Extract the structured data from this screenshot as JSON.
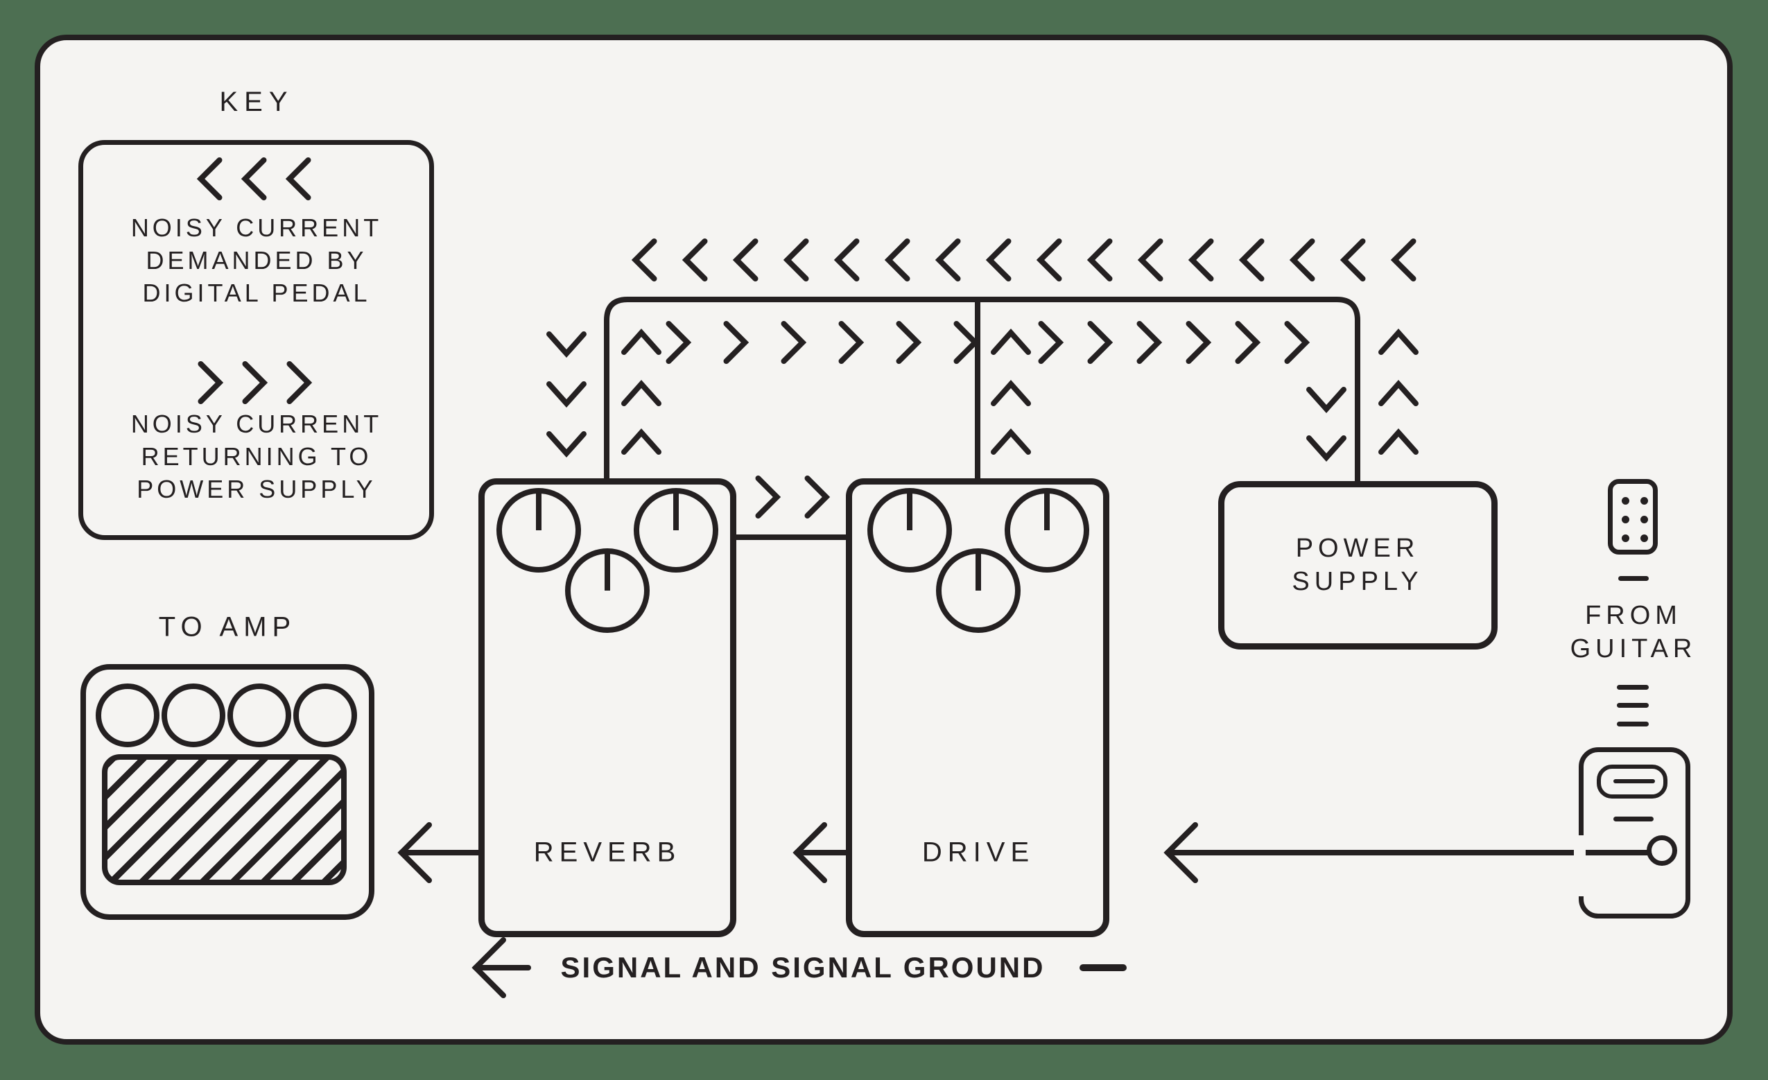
{
  "colors": {
    "background": "#4d6f52",
    "panel": "#f5f4f2",
    "ink": "#242021"
  },
  "key": {
    "title": "KEY",
    "entries": [
      {
        "icon": "chevrons-left-icon",
        "lines": [
          "NOISY CURRENT",
          "DEMANDED BY",
          "DIGITAL PEDAL"
        ]
      },
      {
        "icon": "chevrons-right-icon",
        "lines": [
          "NOISY CURRENT",
          "RETURNING TO",
          "POWER SUPPLY"
        ]
      }
    ]
  },
  "amp": {
    "label": "TO AMP"
  },
  "pedals": {
    "reverb": {
      "label": "REVERB"
    },
    "drive": {
      "label": "DRIVE"
    }
  },
  "power_supply": {
    "line1": "POWER",
    "line2": "SUPPLY"
  },
  "guitar": {
    "line1": "FROM",
    "line2": "GUITAR"
  },
  "signal_path": {
    "label": "SIGNAL AND SIGNAL GROUND"
  }
}
